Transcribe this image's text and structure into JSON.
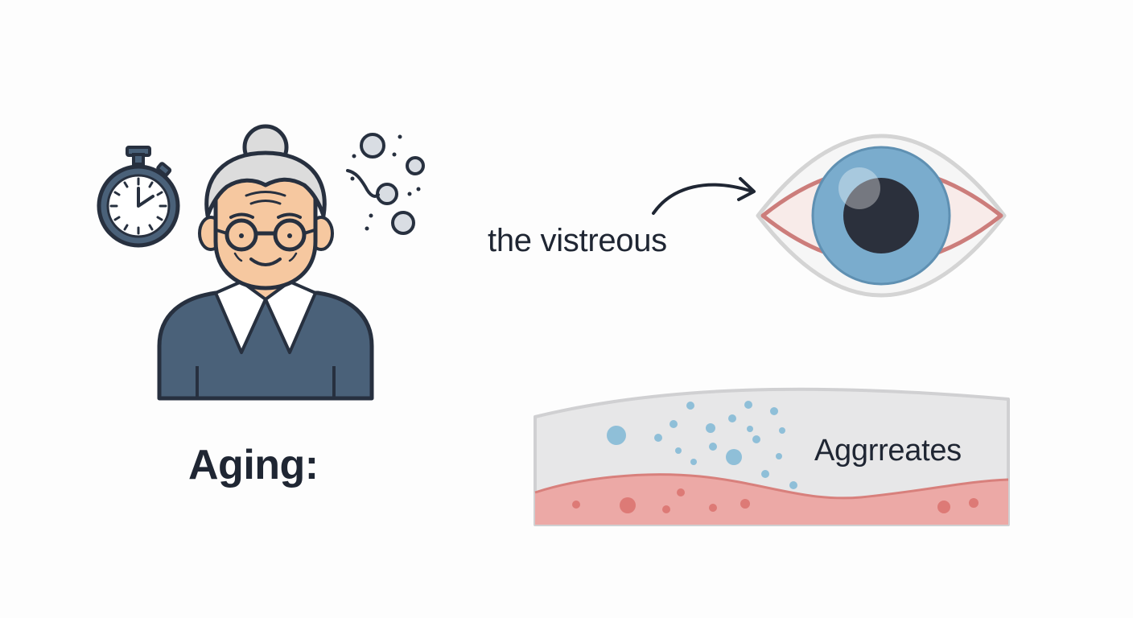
{
  "labels": {
    "aging": "Aging:",
    "vitreous": "the vistreous",
    "aggregates": "Aggrreates"
  },
  "icons": {
    "stopwatch": "stopwatch-icon",
    "elderly_person": "elderly-person-icon",
    "molecules": "molecule-particles-icon",
    "arrow": "curved-arrow-icon",
    "eye": "eye-icon",
    "tissue": "vitreous-tissue-cross-section"
  },
  "colors": {
    "outline": "#27303f",
    "sweater": "#4a6179",
    "skin": "#f6c8a0",
    "hair": "#dcdcdc",
    "iris": "#7aaccd",
    "pupil": "#2b303c",
    "sclera_outline": "#cc7d7b",
    "particle_gray": "#d9dde3",
    "particle_blue": "#8fbfd8",
    "tissue_pink": "#eca9a6",
    "tissue_red_dots": "#dd7a76",
    "tissue_gray": "#e7e7e8"
  }
}
